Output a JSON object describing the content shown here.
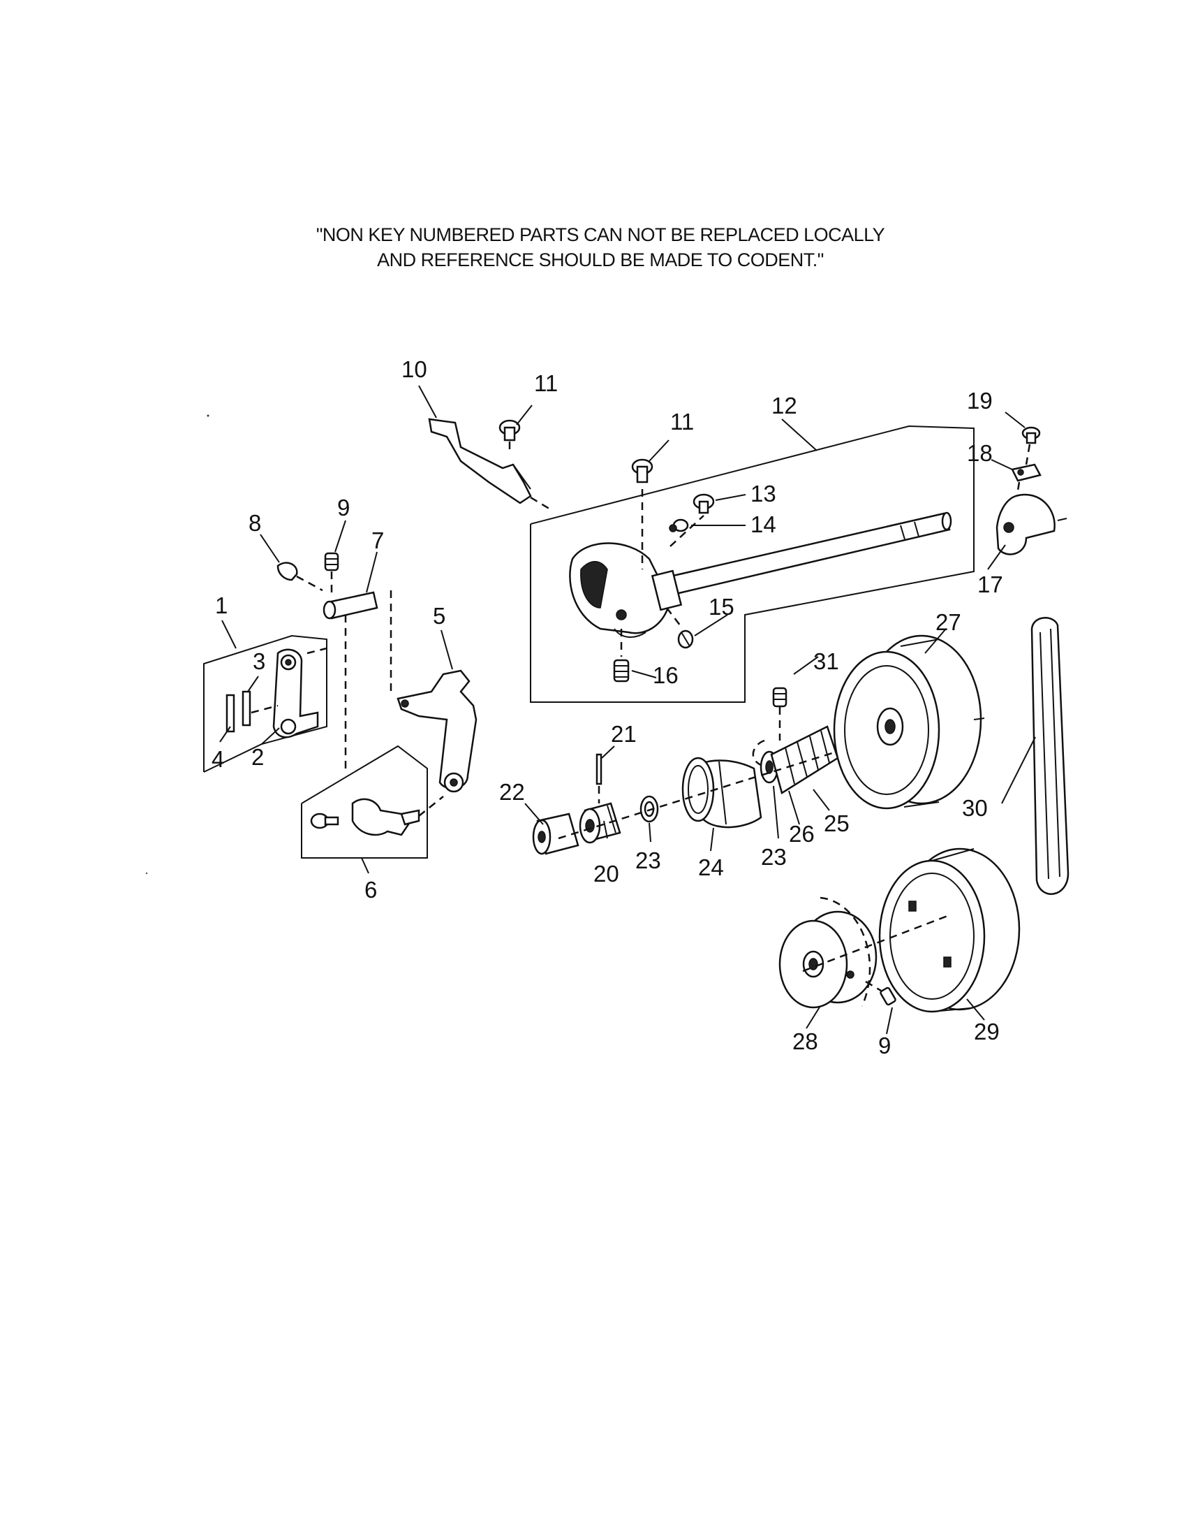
{
  "note": {
    "line1": "\"NON KEY NUMBERED PARTS CAN NOT BE REPLACED LOCALLY",
    "line2": "AND REFERENCE SHOULD BE MADE TO CODENT.\""
  },
  "callouts": [
    "1",
    "2",
    "3",
    "4",
    "5",
    "6",
    "7",
    "8",
    "9",
    "10",
    "11",
    "11",
    "12",
    "13",
    "14",
    "15",
    "16",
    "17",
    "18",
    "19",
    "20",
    "21",
    "22",
    "23",
    "23",
    "24",
    "25",
    "26",
    "27",
    "28",
    "29",
    "30",
    "31",
    "9"
  ]
}
